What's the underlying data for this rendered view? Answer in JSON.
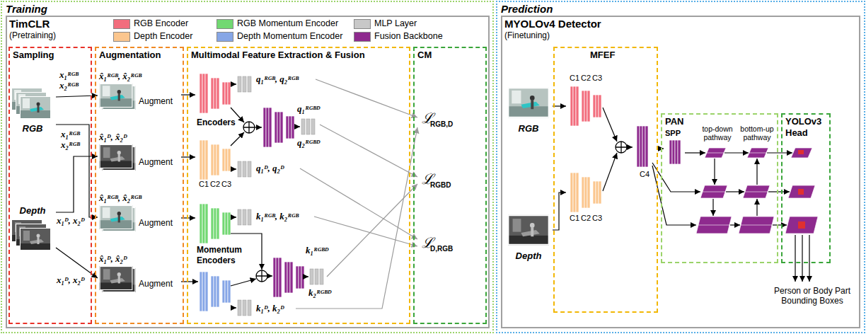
{
  "diagram": {
    "nodes": [
      {
        "text": [
          "Training"
        ]
      },
      {
        "text": [
          "TimCLR",
          "(Pretraining)"
        ],
        "in": 0
      },
      {
        "text": [
          "Sampling"
        ],
        "in": 1
      },
      {
        "text": [
          "RGB"
        ],
        "in": 2
      },
      {
        "text": [
          "Depth"
        ],
        "in": 2
      },
      {
        "text": [
          "Augmentation"
        ],
        "in": 1
      },
      {
        "text": [
          "x̂₁ᴿᴳᴮ, x̂₂ᴿᴳᴮ",
          "Augment"
        ],
        "in": 5
      },
      {
        "text": [
          "x̂₁ᴰ, x̂₂ᴰ",
          "Augment"
        ],
        "in": 5
      },
      {
        "text": [
          "x̂₁ᴿᴳᴮ, x̂₂ᴿᴳᴮ",
          "Augment"
        ],
        "in": 5
      },
      {
        "text": [
          "x̂₁ᴰ, x̂₂ᴰ",
          "Augment"
        ],
        "in": 5
      },
      {
        "text": [
          "Multimodal Feature Extraction & Fusion"
        ],
        "in": 1
      },
      {
        "text": [
          "Encoders"
        ],
        "in": 10
      },
      {
        "text": [
          "C1",
          "C2",
          "C3"
        ],
        "in": 10
      },
      {
        "text": [
          "Momentum Encoders"
        ],
        "in": 10
      },
      {
        "text": [
          "CM"
        ],
        "in": 1
      },
      {
        "text": [
          "Prediction"
        ]
      },
      {
        "text": [
          "MYOLOv4 Detector",
          "(Finetuning)"
        ],
        "in": 15
      },
      {
        "text": [
          "RGB"
        ],
        "in": 16
      },
      {
        "text": [
          "Depth"
        ],
        "in": 16
      },
      {
        "text": [
          "MFEF"
        ],
        "in": 16
      },
      {
        "text": [
          "C1",
          "C2",
          "C3"
        ],
        "in": 19
      },
      {
        "text": [
          "C1",
          "C2",
          "C3"
        ],
        "in": 19
      },
      {
        "text": [
          "C4"
        ],
        "in": 19
      },
      {
        "text": [
          "PAN"
        ],
        "in": 16
      },
      {
        "text": [
          "SPP"
        ],
        "in": 23
      },
      {
        "text": [
          "YOLOv3 Head"
        ],
        "in": 16
      }
    ],
    "edges": [
      {
        "from": 3,
        "to": 6,
        "arrow": "to"
      },
      {
        "from": 3,
        "to": 8,
        "arrow": "to"
      },
      {
        "from": 4,
        "to": 7,
        "arrow": "to"
      },
      {
        "from": 4,
        "to": 9,
        "arrow": "to"
      },
      {
        "from": 6,
        "to": 11,
        "arrow": "to"
      },
      {
        "from": 7,
        "to": 12,
        "arrow": "to"
      },
      {
        "from": 8,
        "to": 13,
        "arrow": "to"
      },
      {
        "from": 17,
        "to": 20,
        "arrow": "to"
      },
      {
        "from": 18,
        "to": 21,
        "arrow": "to"
      },
      {
        "from": 22,
        "to": 24,
        "arrow": "to"
      }
    ],
    "labels": [
      "x₁ᴿᴳᴮ",
      "x₂ᴿᴳᴮ",
      "x₁ᴿᴳᴮ",
      "x₂ᴿᴳᴮ",
      "x₁ᴰ, x₂ᴰ",
      "x₁ᴰ, x₂ᴰ",
      "q₁ᴿᴳᴮ, q₂ᴿᴳᴮ",
      "q₁ᴿᴳᴮᴰ",
      "q₂ᴿᴳᴮᴰ",
      "q₁ᴰ, q₂ᴰ",
      "k₁ᴿᴳᴮ, k₂ᴿᴳᴮ",
      "k₁ᴿᴳᴮᴰ",
      "k₂ᴿᴳᴮᴰ",
      "k₁ᴰ, k₂ᴰ",
      "ℒ",
      "RGB,D",
      "ℒ",
      "RGBD",
      "ℒ",
      "D,RGB",
      "top-down pathway",
      "bottom-up pathway",
      "Person or Body Part Bounding Boxes"
    ],
    "legend": [
      {
        "text": "RGB Encoder",
        "color": "#f26d7d"
      },
      {
        "text": "Depth Encoder",
        "color": "#fbc68e"
      },
      {
        "text": "RGB Momentum Encoder",
        "color": "#72d872"
      },
      {
        "text": "Depth Momentum Encoder",
        "color": "#86a6e6"
      },
      {
        "text": "MLP Layer",
        "color": "#c8c8c8"
      },
      {
        "text": "Fusion Backbone",
        "color": "#8e2a8e"
      }
    ]
  }
}
